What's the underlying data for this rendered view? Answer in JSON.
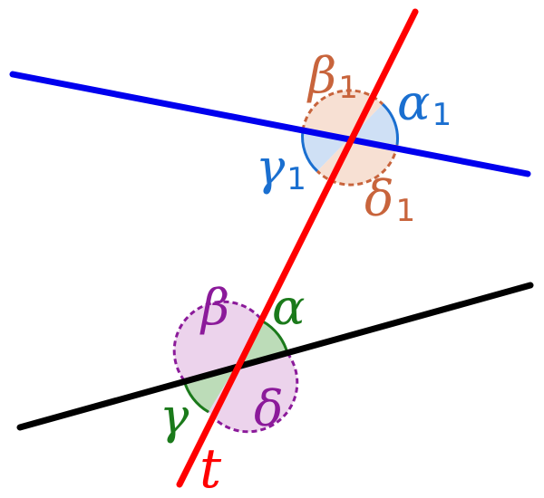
{
  "colors": {
    "background": "#ffffff",
    "line_upper": "#0000ee",
    "line_lower": "#000000",
    "transversal": "#ff0000",
    "upper_blue": "#1a6fd0",
    "upper_blue_fill": "#cfe0f5",
    "upper_orange": "#c8643c",
    "upper_orange_fill": "#f7e0d3",
    "lower_green": "#1b7a1b",
    "lower_green_fill": "#bcdcb8",
    "lower_purple": "#8b1a9a",
    "lower_purple_fill": "#ecd3ec"
  },
  "labels": {
    "alpha1": {
      "greek": "α",
      "sub": "1"
    },
    "beta1": {
      "greek": "β",
      "sub": "1"
    },
    "gamma1": {
      "greek": "γ",
      "sub": "1"
    },
    "delta1": {
      "greek": "δ",
      "sub": "1"
    },
    "alpha": {
      "greek": "α"
    },
    "beta": {
      "greek": "β"
    },
    "gamma": {
      "greek": "γ"
    },
    "delta": {
      "greek": "δ"
    },
    "transversal": "t"
  }
}
